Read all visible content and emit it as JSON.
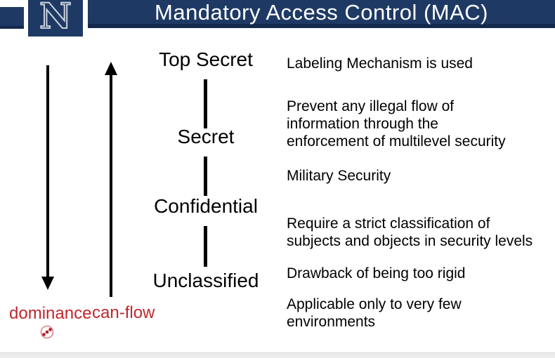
{
  "header": {
    "title": "Mandatory Access Control (MAC)",
    "logo_letter": "N"
  },
  "colors": {
    "navy": "#1e3a64",
    "navy_dark": "#15294d",
    "red": "#c0272d",
    "text": "#000000",
    "logo_outline": "#c9d2dd"
  },
  "hierarchy": {
    "levels": [
      "Top Secret",
      "Secret",
      "Confidential",
      "Unclassified"
    ]
  },
  "arrows": {
    "down_label": "dominance",
    "up_label": "can-flow"
  },
  "notes": [
    "Labeling Mechanism is used",
    "Prevent any illegal flow of\ninformation through the\nenforcement of  multilevel security",
    "Military Security",
    "Require a strict classification of\nsubjects and objects in security levels",
    "Drawback of being too rigid",
    "Applicable only to very few\nenvironments"
  ]
}
